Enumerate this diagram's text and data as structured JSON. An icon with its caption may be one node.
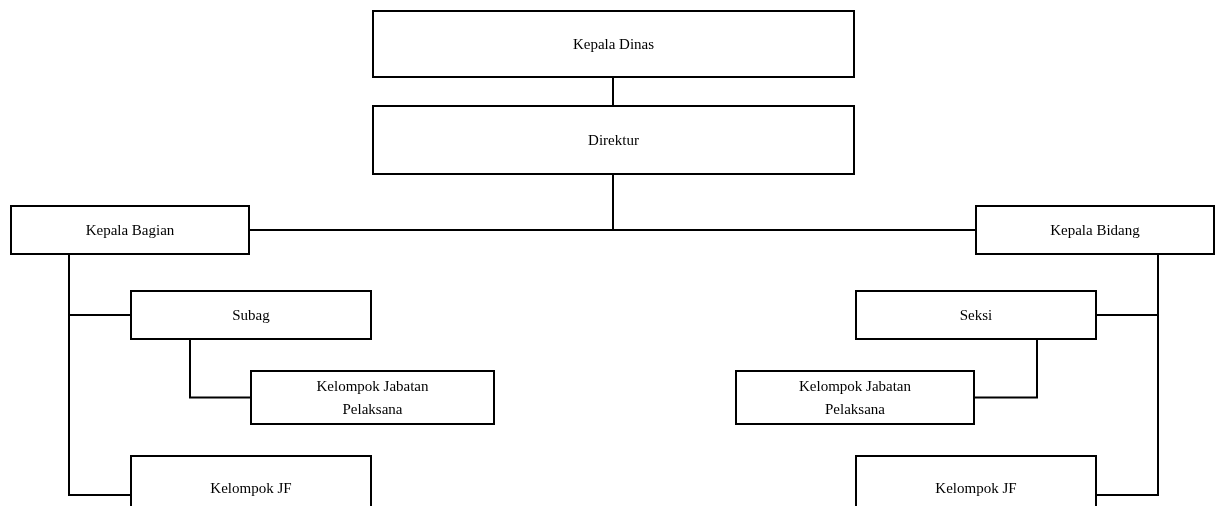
{
  "diagram": {
    "nodes": [
      {
        "text": [
          "Kepala Dinas"
        ]
      },
      {
        "text": [
          "Direktur"
        ]
      },
      {
        "text": [
          "Kepala Bagian"
        ]
      },
      {
        "text": [
          "Kepala Bidang"
        ]
      },
      {
        "text": [
          "Subag"
        ]
      },
      {
        "text": [
          "Kelompok Jabatan Pelaksana"
        ]
      },
      {
        "text": [
          "Kelompok JF"
        ]
      },
      {
        "text": [
          "Seksi"
        ]
      },
      {
        "text": [
          "Kelompok Jabatan Pelaksana"
        ]
      },
      {
        "text": [
          "Kelompok JF"
        ]
      }
    ],
    "edges": [
      {
        "from": 0,
        "to": 1,
        "arrow": "none"
      },
      {
        "from": 1,
        "to": 2,
        "arrow": "none"
      },
      {
        "from": 1,
        "to": 3,
        "arrow": "none"
      },
      {
        "from": 2,
        "to": 4,
        "arrow": "none"
      },
      {
        "from": 2,
        "to": 6,
        "arrow": "none"
      },
      {
        "from": 4,
        "to": 5,
        "arrow": "none"
      },
      {
        "from": 3,
        "to": 7,
        "arrow": "none"
      },
      {
        "from": 3,
        "to": 9,
        "arrow": "none"
      },
      {
        "from": 7,
        "to": 8,
        "arrow": "none"
      }
    ]
  }
}
